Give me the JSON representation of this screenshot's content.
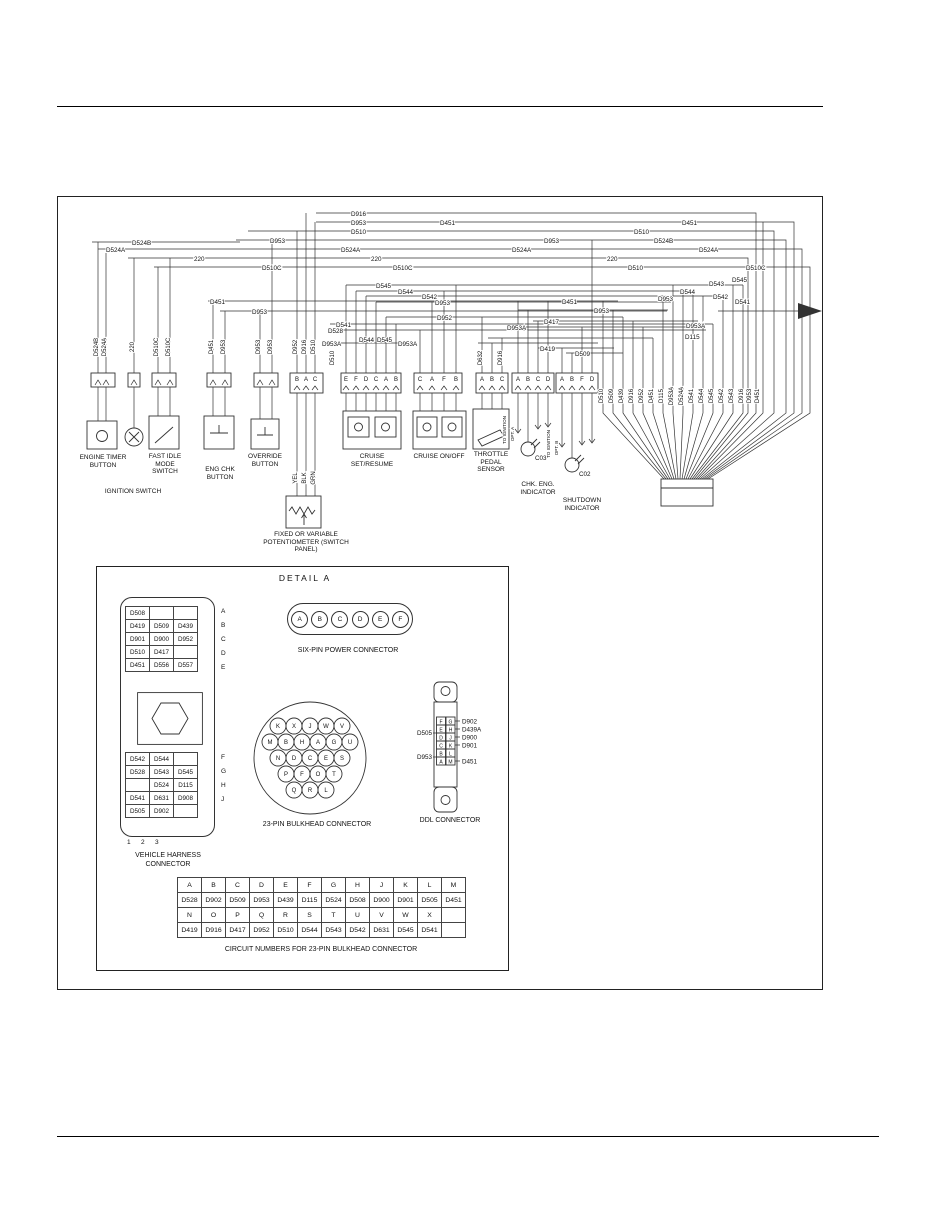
{
  "wiring": {
    "top": [
      "D916",
      "D953",
      "D451",
      "D510",
      "D524B",
      "D524A",
      "220",
      "D953",
      "D510C",
      "D524A",
      "220",
      "D510C",
      "D953",
      "D524A",
      "220",
      "D510",
      "D510",
      "D451",
      "D524B",
      "D524A",
      "D510C"
    ],
    "mid": [
      "D545",
      "D544",
      "D542",
      "D953",
      "D952",
      "D541",
      "D528",
      "D953A",
      "D544",
      "D545",
      "D953A",
      "D451",
      "D953",
      "D417",
      "D953A",
      "D419",
      "D509",
      "D543",
      "D545",
      "D544",
      "D542",
      "D953",
      "D541",
      "D953A",
      "D115",
      "D953",
      "D451"
    ],
    "rot": [
      "D524B",
      "D524A",
      "220",
      "D510C",
      "D510C",
      "D451",
      "D953",
      "D953",
      "D953",
      "D952",
      "D916",
      "D510",
      "D510",
      "YEL",
      "BLK",
      "GRN",
      "D632",
      "D916"
    ],
    "fan": [
      "D510",
      "D509",
      "D439",
      "D916",
      "D952",
      "D451",
      "D115",
      "D953A",
      "D524A",
      "D541",
      "D544",
      "D545",
      "D542",
      "D543",
      "D916",
      "D953",
      "D451"
    ],
    "pins": [
      "B",
      "A",
      "C",
      "E",
      "F",
      "D",
      "C",
      "A",
      "B",
      "C",
      "A",
      "F",
      "B",
      "A",
      "B",
      "C",
      "A",
      "B",
      "C",
      "D",
      "A",
      "B",
      "F",
      "D"
    ],
    "misc": {
      "c03": "C03",
      "c02": "C02",
      "opt_a": "OPT. A",
      "opt_b": "OPT. B",
      "to_ign": "TO IGNITION"
    }
  },
  "components": {
    "engine_timer": "ENGINE TIMER BUTTON",
    "ignition": "IGNITION SWITCH",
    "fast_idle": "FAST IDLE MODE SWITCH",
    "eng_chk": "ENG CHK BUTTON",
    "override": "OVERRIDE BUTTON",
    "cruise_set": "CRUISE SET/RESUME",
    "cruise_onoff": "CRUISE ON/OFF",
    "throttle": "THROTTLE PEDAL SENSOR",
    "chk_eng": "CHK. ENG. INDICATOR",
    "shutdown": "SHUTDOWN INDICATOR",
    "potentiometer": "FIXED OR VARIABLE POTENTIOMETER (SWITCH PANEL)"
  },
  "detail": {
    "title": "DETAIL A",
    "sixpin": {
      "pins": [
        "A",
        "B",
        "C",
        "D",
        "E",
        "F"
      ],
      "caption": "SIX-PIN POWER CONNECTOR"
    },
    "harness": {
      "top_table": [
        [
          "D508",
          "",
          ""
        ],
        [
          "D419",
          "D509",
          "D439"
        ],
        [
          "D901",
          "D900",
          "D952"
        ],
        [
          "D510",
          "D417",
          ""
        ],
        [
          "D451",
          "D556",
          "D557"
        ]
      ],
      "top_letters": [
        "A",
        "B",
        "C",
        "D",
        "E"
      ],
      "bottom_table": [
        [
          "D542",
          "D544",
          ""
        ],
        [
          "D528",
          "D543",
          "D545"
        ],
        [
          "",
          "D524",
          "D115"
        ],
        [
          "D541",
          "D631",
          "D908"
        ],
        [
          "D505",
          "D902",
          ""
        ]
      ],
      "bottom_letters": [
        "F",
        "G",
        "H",
        "J"
      ],
      "columns": [
        "1",
        "2",
        "3"
      ],
      "caption": "VEHICLE HARNESS CONNECTOR"
    },
    "bulkhead": {
      "pins": [
        "K",
        "X",
        "J",
        "W",
        "V",
        "M",
        "B",
        "H",
        "A",
        "G",
        "U",
        "N",
        "D",
        "C",
        "E",
        "S",
        "P",
        "F",
        "O",
        "T",
        "Q",
        "R",
        "L"
      ],
      "caption": "23-PIN BULKHEAD CONNECTOR"
    },
    "ddl": {
      "cells": [
        "F",
        "G",
        "E",
        "H",
        "D",
        "J",
        "C",
        "K",
        "B",
        "L",
        "A",
        "M"
      ],
      "right_labels": [
        "D902",
        "D439A",
        "D900",
        "D901",
        "D451"
      ],
      "left_labels": [
        "D505",
        "D953"
      ],
      "caption": "DDL CONNECTOR"
    },
    "circuit_table": {
      "rows": [
        [
          "A",
          "B",
          "C",
          "D",
          "E",
          "F",
          "G",
          "H",
          "J",
          "K",
          "L",
          "M"
        ],
        [
          "D528",
          "D902",
          "D509",
          "D953",
          "D439",
          "D115",
          "D524",
          "D508",
          "D900",
          "D901",
          "D505",
          "D451"
        ],
        [
          "N",
          "O",
          "P",
          "Q",
          "R",
          "S",
          "T",
          "U",
          "V",
          "W",
          "X",
          ""
        ],
        [
          "D419",
          "D916",
          "D417",
          "D952",
          "D510",
          "D544",
          "D543",
          "D542",
          "D631",
          "D545",
          "D541",
          ""
        ]
      ],
      "caption": "CIRCUIT NUMBERS FOR 23-PIN BULKHEAD CONNECTOR"
    }
  }
}
